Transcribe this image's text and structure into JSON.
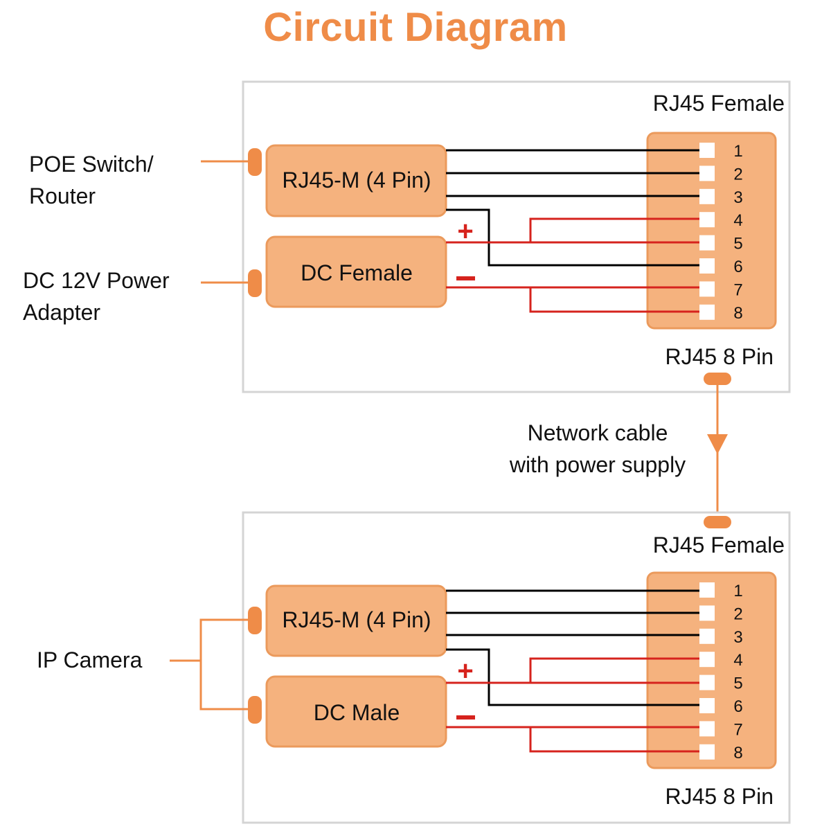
{
  "title": "Circuit Diagram",
  "colors": {
    "accent": "#ef8c48",
    "box_fill": "#f5b27e",
    "box_border": "#eb9a5c",
    "wire_black": "#000000",
    "wire_red": "#d6231d",
    "panel_border": "#d4d4d4"
  },
  "top_panel": {
    "rj45_female_label": "RJ45 Female",
    "rj45_8pin_label": "RJ45 8 Pin",
    "rj45m_box": "RJ45-M (4 Pin)",
    "dc_box": "DC Female",
    "left_labels": {
      "poe_line1": "POE Switch/",
      "poe_line2": "Router",
      "dc_line1": "DC 12V Power",
      "dc_line2": "Adapter"
    },
    "plus": "+",
    "minus": "−",
    "pins": [
      "1",
      "2",
      "3",
      "4",
      "5",
      "6",
      "7",
      "8"
    ]
  },
  "cable": {
    "line1": "Network cable",
    "line2": "with power supply"
  },
  "bottom_panel": {
    "rj45_female_label": "RJ45 Female",
    "rj45_8pin_label": "RJ45 8 Pin",
    "rj45m_box": "RJ45-M (4 Pin)",
    "dc_box": "DC Male",
    "left_label": "IP Camera",
    "plus": "+",
    "minus": "−",
    "pins": [
      "1",
      "2",
      "3",
      "4",
      "5",
      "6",
      "7",
      "8"
    ]
  },
  "wiring": {
    "pins_1_2_3": "black, RJ45-M data",
    "pin_6": "black, RJ45-M data (routed)",
    "pins_4_5": "red, DC +",
    "pins_7_8": "red, DC −"
  }
}
